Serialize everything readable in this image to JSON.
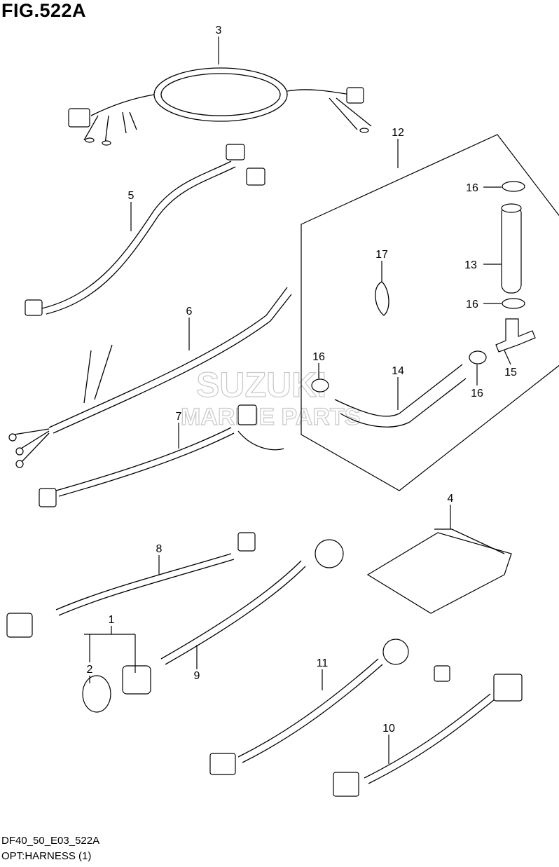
{
  "figure": {
    "title": "FIG.522A",
    "code": "DF40_50_E03_522A",
    "caption": "OPT:HARNESS (1)"
  },
  "watermark": {
    "line1": "SUZUKI",
    "line2": "MARINE PARTS"
  },
  "callouts": [
    "1",
    "2",
    "3",
    "4",
    "5",
    "6",
    "7",
    "8",
    "9",
    "10",
    "11",
    "12",
    "13",
    "14",
    "15",
    "16",
    "16",
    "16",
    "16",
    "17"
  ]
}
